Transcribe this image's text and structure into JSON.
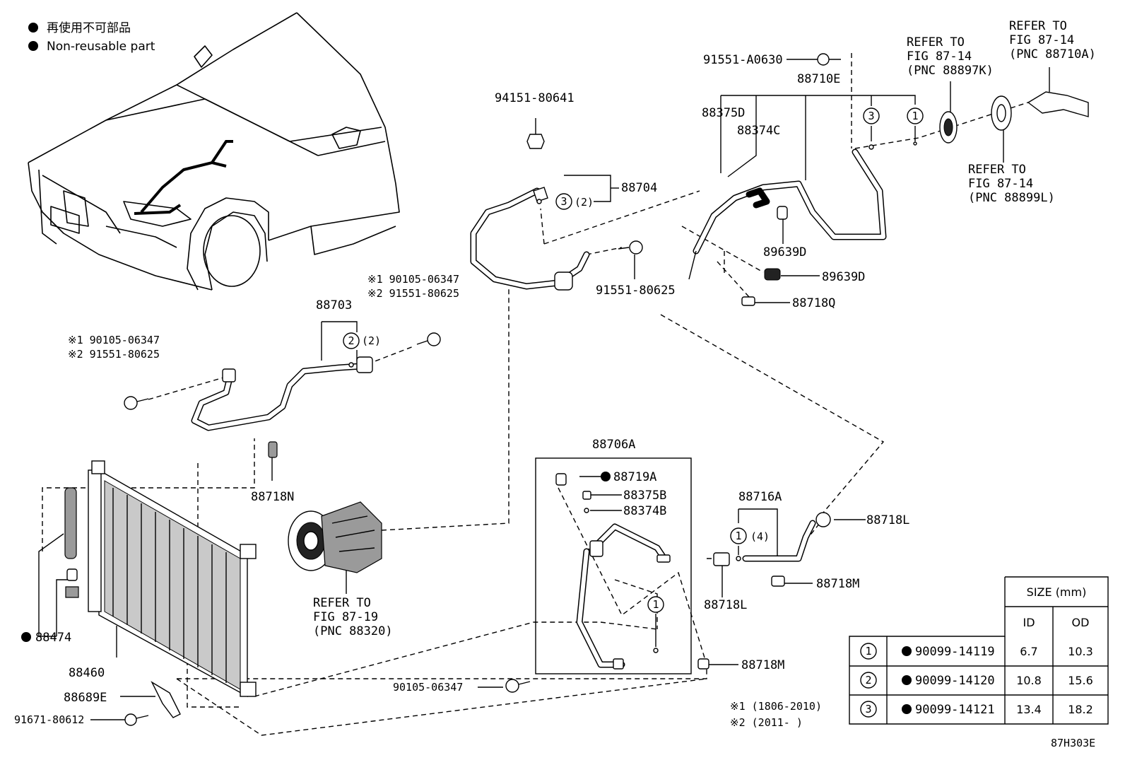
{
  "legend": {
    "line_jp": "再使用不可部品",
    "line_en": "Non-reusable part"
  },
  "labels": {
    "p91551A0630": "91551-A0630",
    "p88710E": "88710E",
    "p88375D": "88375D",
    "p88374C": "88374C",
    "p89639D_a": "89639D",
    "p89639D_b": "89639D",
    "p88718Q": "88718Q",
    "p94151": "94151-80641",
    "p88704": "88704",
    "p88704_qty": "(2)",
    "p91551_80625_a": "91551-80625",
    "ref_88897K": [
      "REFER TO",
      "FIG 87-14",
      "(PNC 88897K)"
    ],
    "ref_88710A": [
      "REFER TO",
      "FIG 87-14",
      "(PNC 88710A)"
    ],
    "ref_88899L": [
      "REFER TO",
      "FIG 87-14",
      "(PNC 88899L)"
    ],
    "p88703": "88703",
    "p88703_qty": "(2)",
    "alt_top_1": "※1 90105-06347",
    "alt_top_2": "※2 91551-80625",
    "alt_left_1": "※1 90105-06347",
    "alt_left_2": "※2 91551-80625",
    "p88718N": "88718N",
    "ref_88320": [
      "REFER TO",
      "FIG 87-19",
      "(PNC 88320)"
    ],
    "p88474": "88474",
    "p88460": "88460",
    "p88689E": "88689E",
    "p91671": "91671-80612",
    "p88706A": "88706A",
    "p88719A": "88719A",
    "p88375B": "88375B",
    "p88374B": "88374B",
    "p88716A": "88716A",
    "p88716A_qty": "(4)",
    "p88718L_a": "88718L",
    "p88718L_b": "88718L",
    "p88718M_a": "88718M",
    "p88718M_b": "88718M",
    "p90105": "90105-06347",
    "note_1": "※1 (1806-2010)",
    "note_2": "※2 (2011-      )",
    "figure_code": "87H303E"
  },
  "callouts": [
    "1",
    "2",
    "3"
  ],
  "size_table": {
    "header": "SIZE (mm)",
    "col_id": "ID",
    "col_od": "OD",
    "rows": [
      {
        "key": "1",
        "part": "90099-14119",
        "id": "6.7",
        "od": "10.3"
      },
      {
        "key": "2",
        "part": "90099-14120",
        "id": "10.8",
        "od": "15.6"
      },
      {
        "key": "3",
        "part": "90099-14121",
        "id": "13.4",
        "od": "18.2"
      }
    ]
  },
  "icons": {
    "bullet": "filled-circle-icon",
    "callout": "numbered-circle-icon"
  },
  "colors": {
    "ink": "#000000",
    "paper": "#ffffff",
    "shade": "#9a9a9a"
  }
}
